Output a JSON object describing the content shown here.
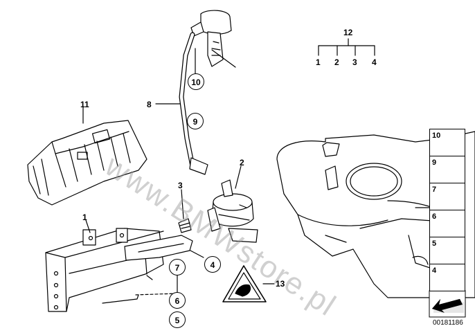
{
  "labels": {
    "l12": "12",
    "l1a": "1",
    "l2a": "2",
    "l3a": "3",
    "l4a": "4",
    "l11": "11",
    "l8": "8",
    "l2": "2",
    "l3": "3",
    "l1": "1",
    "l13": "13"
  },
  "circled": {
    "c10": "10",
    "c9": "9",
    "c4": "4",
    "c7": "7",
    "c6": "6",
    "c5": "5"
  },
  "legend": [
    "10",
    "9",
    "7",
    "6",
    "5",
    "4"
  ],
  "watermark": "www.BMWstore.pl",
  "diagram_code": "00181186"
}
